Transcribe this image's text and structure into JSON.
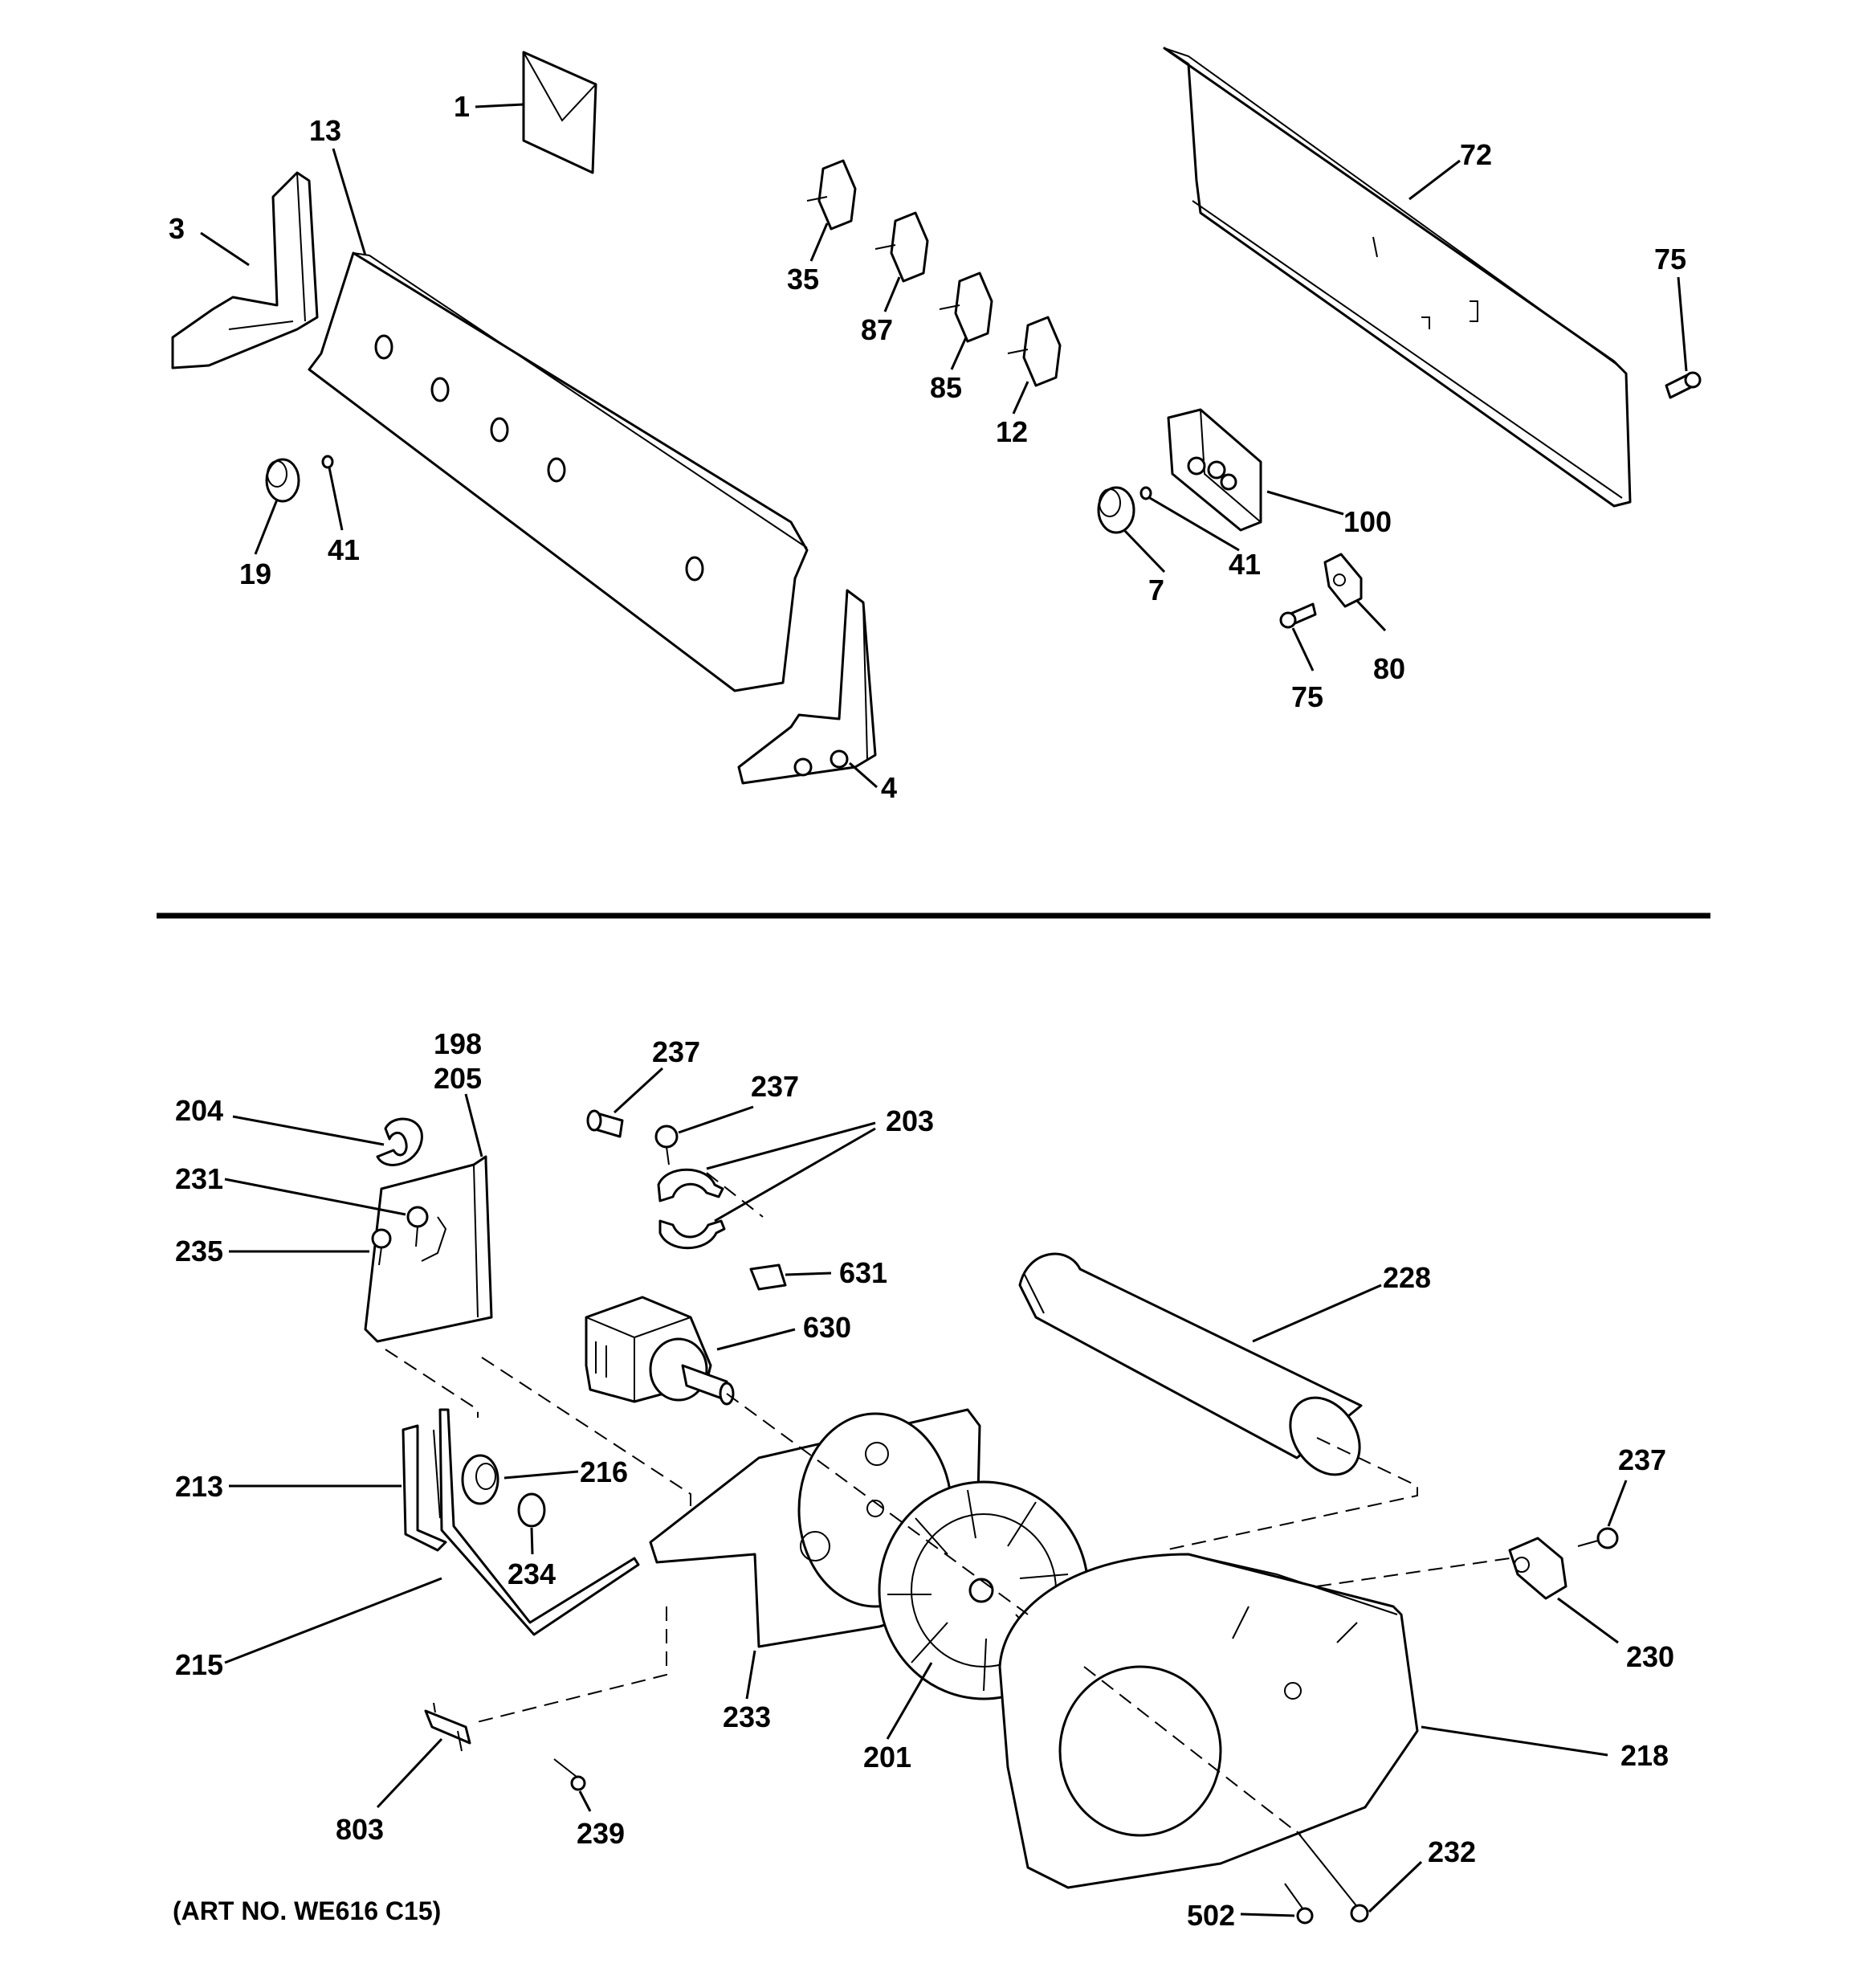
{
  "labels": {
    "l1": "1",
    "l13": "13",
    "l3": "3",
    "l19": "19",
    "l41a": "41",
    "l35": "35",
    "l87": "87",
    "l85": "85",
    "l12": "12",
    "l72": "72",
    "l75a": "75",
    "l100": "100",
    "l7": "7",
    "l41b": "41",
    "l80": "80",
    "l75b": "75",
    "l4": "4",
    "l198": "198",
    "l205": "205",
    "l204": "204",
    "l231": "231",
    "l235": "235",
    "l237a": "237",
    "l237b": "237",
    "l203": "203",
    "l631": "631",
    "l630": "630",
    "l228": "228",
    "l213": "213",
    "l216": "216",
    "l234": "234",
    "l215": "215",
    "l233": "233",
    "l201": "201",
    "l237c": "237",
    "l230": "230",
    "l218": "218",
    "l803": "803",
    "l239": "239",
    "l232": "232",
    "l502": "502"
  },
  "art_number": "(ART NO. WE616 C15)"
}
